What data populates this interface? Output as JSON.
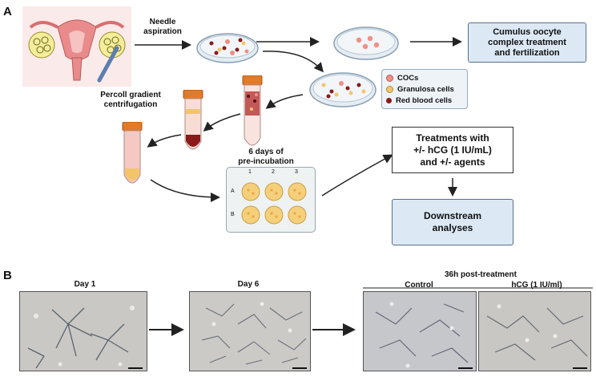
{
  "panel_a_label": "A",
  "panel_b_label": "B",
  "steps": {
    "needle": "Needle\naspiration",
    "percoll": "Percoll gradient\ncentrifugation",
    "preincubation": "6 days of\npre-incubation"
  },
  "boxes": {
    "coc_treatment": "Cumulus oocyte\ncomplex treatment\nand fertilization",
    "treatments": "Treatments with\n+/- hCG (1 IU/mL)\nand +/- agents",
    "downstream": "Downstream\nanalyses"
  },
  "legend": [
    {
      "label": "COCs",
      "color": "#f08f86"
    },
    {
      "label": "Granulosa cells",
      "color": "#f3c56a"
    },
    {
      "label": "Red blood cells",
      "color": "#8a1a1a"
    }
  ],
  "plate": {
    "cols": [
      "1",
      "2",
      "3"
    ],
    "rows": [
      "A",
      "B"
    ]
  },
  "micrographs": {
    "day1": "Day 1",
    "day6": "Day 6",
    "post_treatment": "36h post-treatment",
    "control": "Control",
    "hcg": "hCG (1 IU/ml)"
  },
  "colors": {
    "box_fill": "#dce9f5",
    "box_border": "#5b6f86",
    "tube_cap": "#e07b2a",
    "tube_body": "#f4c9c4"
  }
}
